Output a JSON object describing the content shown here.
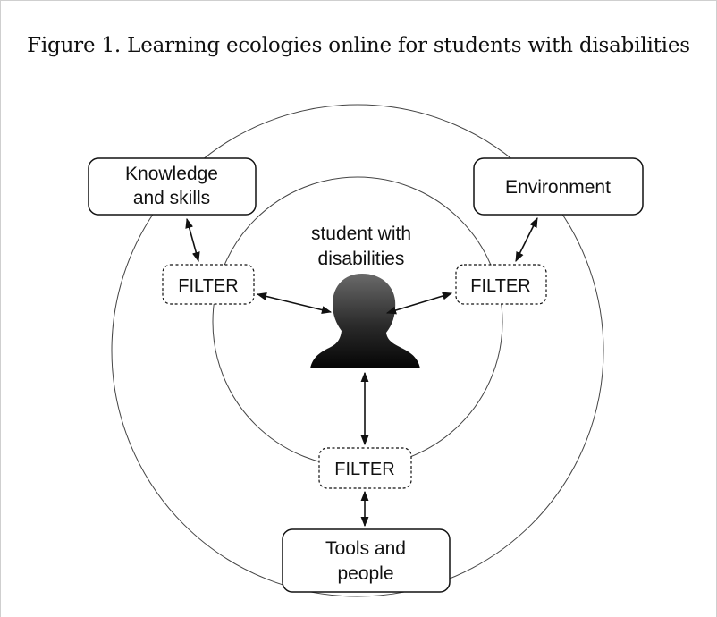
{
  "figure": {
    "title": "Figure 1. Learning ecologies online for students with disabilities"
  },
  "nodes": {
    "knowledge": {
      "line1": "Knowledge",
      "line2": "and skills"
    },
    "environment": {
      "label": "Environment"
    },
    "tools": {
      "line1": "Tools and",
      "line2": "people"
    },
    "student": {
      "line1": "student with",
      "line2": "disabilities"
    }
  },
  "filters": {
    "left": "FILTER",
    "right": "FILTER",
    "bottom": "FILTER"
  },
  "icons": {
    "student": "person-silhouette-icon"
  }
}
